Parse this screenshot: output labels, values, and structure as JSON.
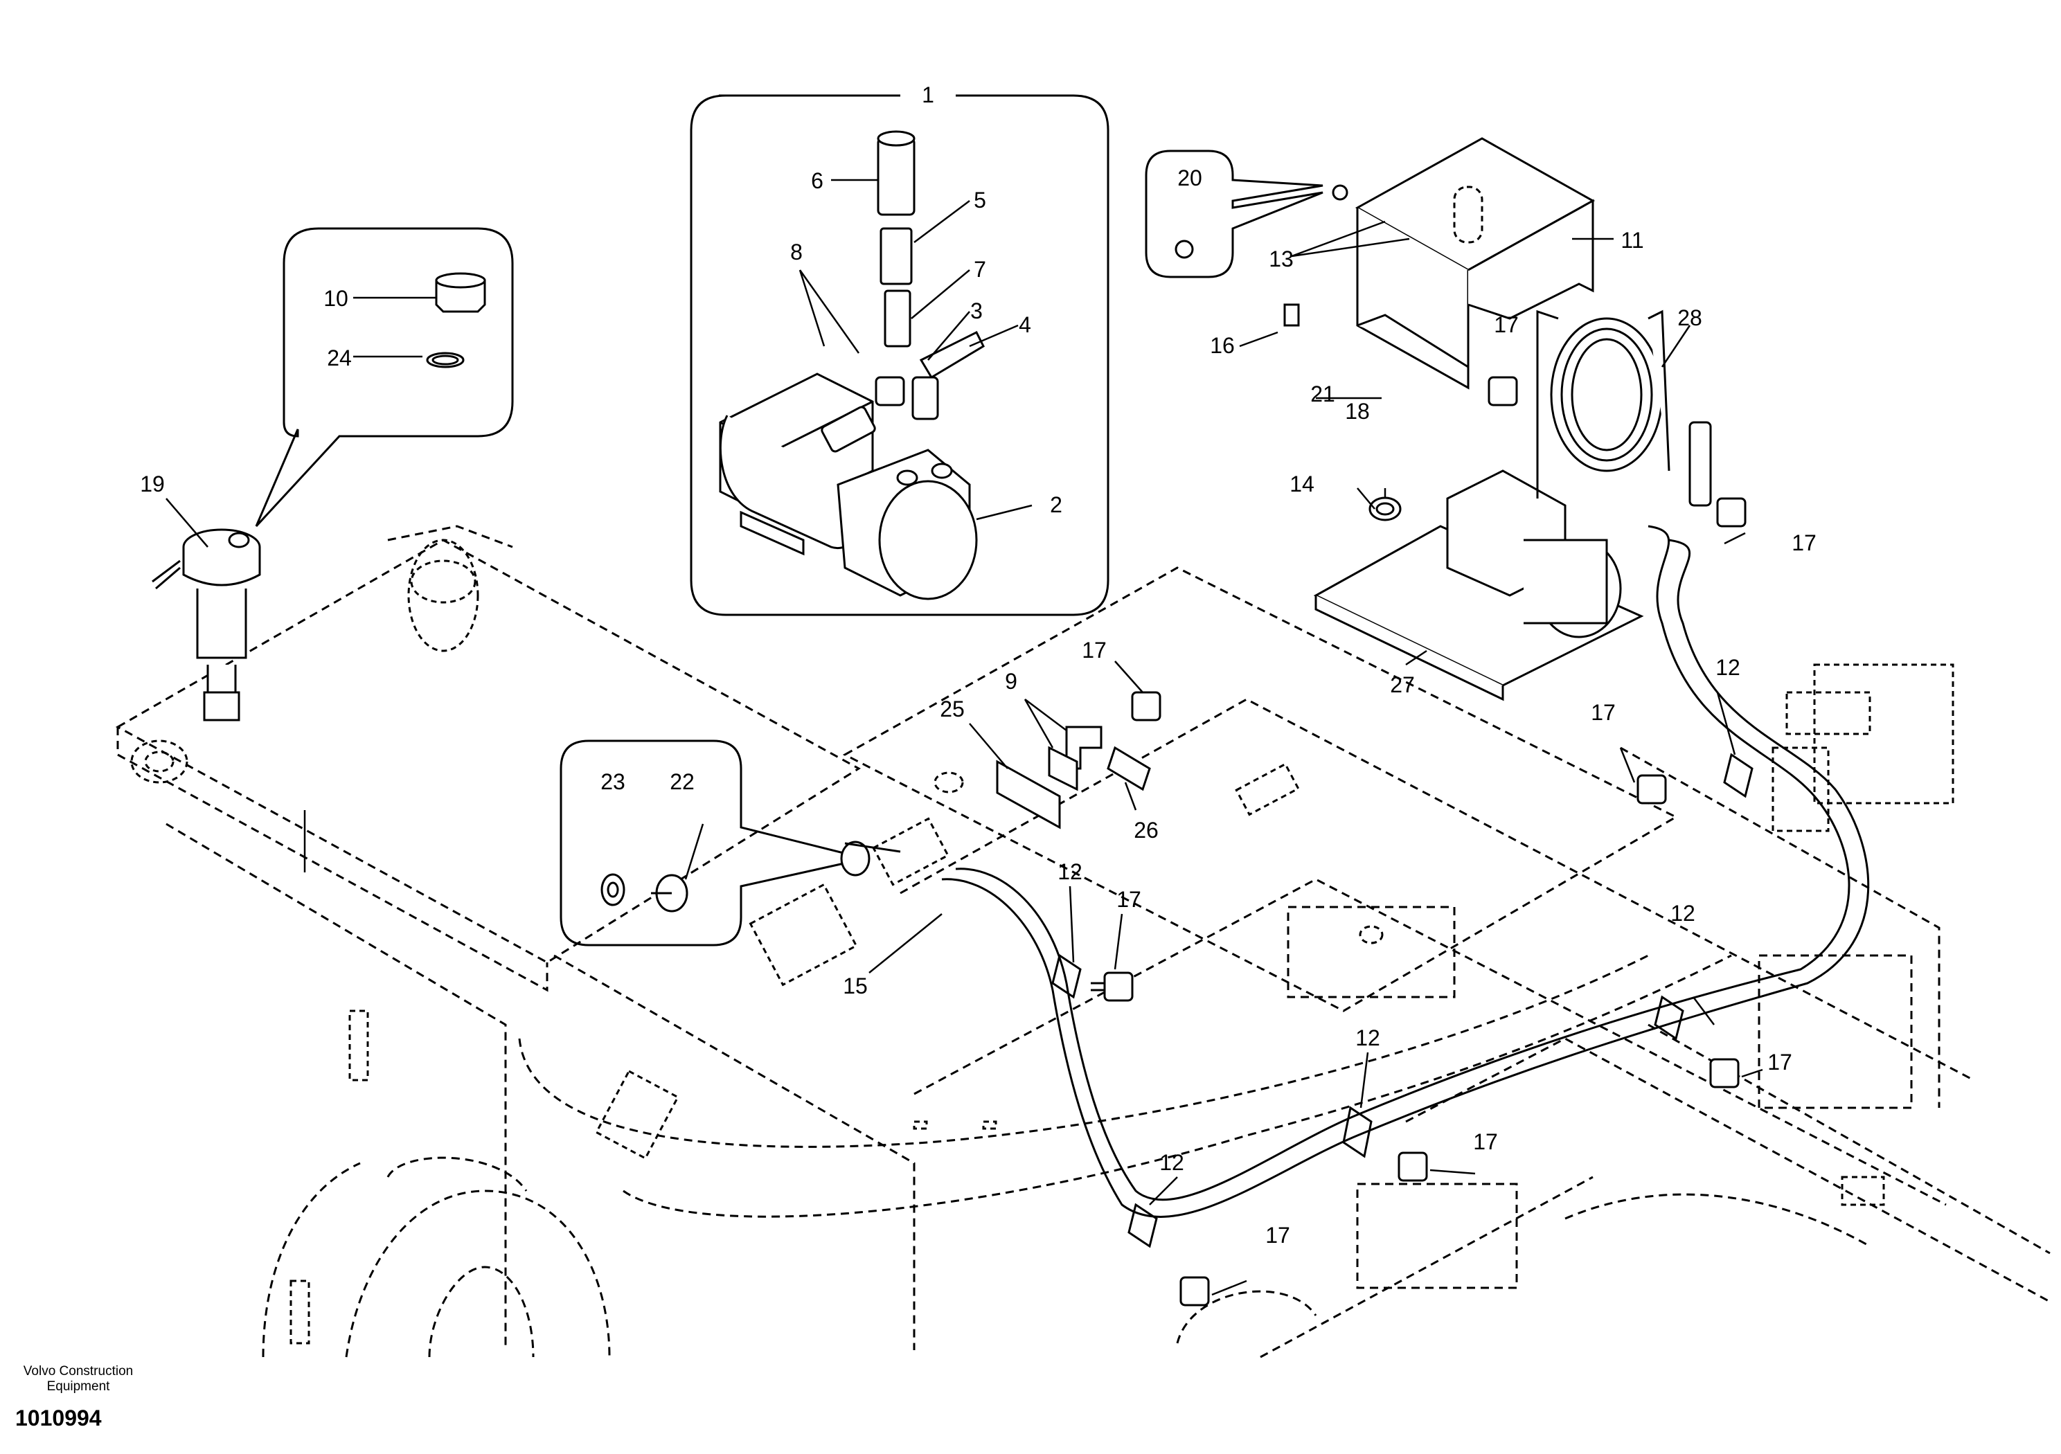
{
  "diagram": {
    "callouts": [
      {
        "id": "c1",
        "label": "1"
      },
      {
        "id": "c2",
        "label": "2"
      },
      {
        "id": "c3",
        "label": "3"
      },
      {
        "id": "c4",
        "label": "4"
      },
      {
        "id": "c5",
        "label": "5"
      },
      {
        "id": "c6",
        "label": "6"
      },
      {
        "id": "c7",
        "label": "7"
      },
      {
        "id": "c8",
        "label": "8"
      },
      {
        "id": "c9",
        "label": "9"
      },
      {
        "id": "c10",
        "label": "10"
      },
      {
        "id": "c11",
        "label": "11"
      },
      {
        "id": "c12a",
        "label": "12"
      },
      {
        "id": "c12b",
        "label": "12"
      },
      {
        "id": "c12c",
        "label": "12"
      },
      {
        "id": "c12d",
        "label": "12"
      },
      {
        "id": "c12e",
        "label": "12"
      },
      {
        "id": "c13",
        "label": "13"
      },
      {
        "id": "c14",
        "label": "14"
      },
      {
        "id": "c15",
        "label": "15"
      },
      {
        "id": "c16",
        "label": "16"
      },
      {
        "id": "c17a",
        "label": "17"
      },
      {
        "id": "c17b",
        "label": "17"
      },
      {
        "id": "c17c",
        "label": "17"
      },
      {
        "id": "c17d",
        "label": "17"
      },
      {
        "id": "c17e",
        "label": "17"
      },
      {
        "id": "c17f",
        "label": "17"
      },
      {
        "id": "c17g",
        "label": "17"
      },
      {
        "id": "c17h",
        "label": "17"
      },
      {
        "id": "c18",
        "label": "18"
      },
      {
        "id": "c19",
        "label": "19"
      },
      {
        "id": "c20",
        "label": "20"
      },
      {
        "id": "c21",
        "label": "21"
      },
      {
        "id": "c22",
        "label": "22"
      },
      {
        "id": "c23",
        "label": "23"
      },
      {
        "id": "c24",
        "label": "24"
      },
      {
        "id": "c25",
        "label": "25"
      },
      {
        "id": "c26",
        "label": "26"
      },
      {
        "id": "c27",
        "label": "27"
      },
      {
        "id": "c28",
        "label": "28"
      }
    ]
  },
  "footer": {
    "company": "Volvo Construction Equipment",
    "drawing_number": "1010994"
  }
}
